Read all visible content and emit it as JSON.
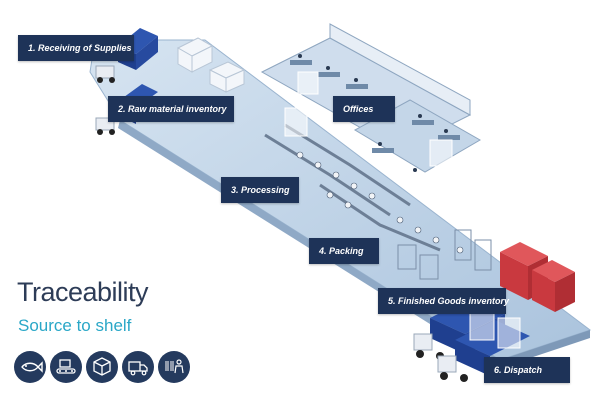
{
  "title": "Traceability",
  "subtitle": "Source to shelf",
  "labels": {
    "receiving": "1. Receiving of Supplies",
    "raw": "2. Raw material inventory",
    "offices": "Offices",
    "processing": "3. Processing",
    "packing": "4. Packing",
    "finished": "5. Finished Goods  inventory",
    "dispatch": "6. Dispatch"
  },
  "colors": {
    "label_bg": "#1e3358",
    "floor": "#b9cfe5",
    "title": "#2d3c57",
    "subtitle": "#2aa7c7",
    "container": "#c9393f",
    "truck": "#1f3f8f"
  },
  "icons": [
    "fish-icon",
    "conveyor-icon",
    "pallet-boxes-icon",
    "delivery-truck-icon",
    "barcode-person-icon"
  ]
}
